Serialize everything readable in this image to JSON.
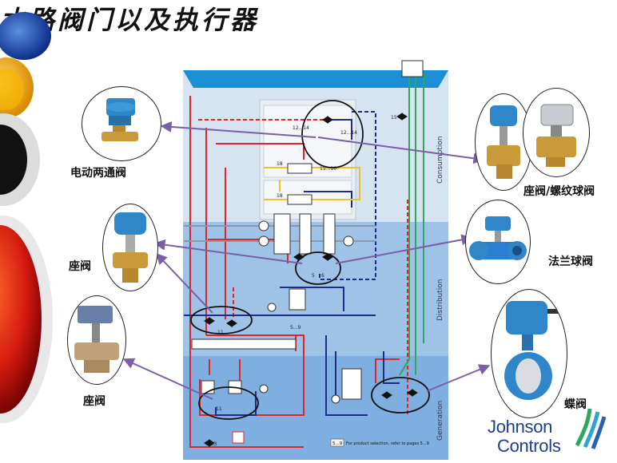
{
  "title": "水路阀门以及执行器",
  "labels": {
    "two_way_valve": "电动两通阀",
    "seat_threaded": "座阀/螺纹球阀",
    "seat_valve_left": "座阀",
    "flange_ball": "法兰球阀",
    "seat_valve_bottom": "座阀",
    "butterfly": "蝶阀"
  },
  "zones": {
    "consumption": "Consumption",
    "distribution": "Distribution",
    "generation": "Generation"
  },
  "diagram_numbers": {
    "n12_14a": "12...14",
    "n12_14b": "12...14",
    "n18a": "18",
    "n15_16": "15...16",
    "n18b": "18",
    "n15": "15",
    "n5_9": "5...9",
    "n11a": "11",
    "n11b": "11",
    "n5": "5",
    "n6": "6",
    "n1_3": "1...3"
  },
  "footnote": "For product selection, refer to pages 5...9",
  "footnote_badge": "5...9",
  "logo": {
    "line1": "Johnson",
    "line2": "Controls"
  },
  "colors": {
    "supply": "#e0262b",
    "return": "#1f2d8a",
    "consumer": "#e7c52a",
    "green": "#2ca85a",
    "brand": "#1b3f8f",
    "arrow": "#7b5ea8"
  }
}
